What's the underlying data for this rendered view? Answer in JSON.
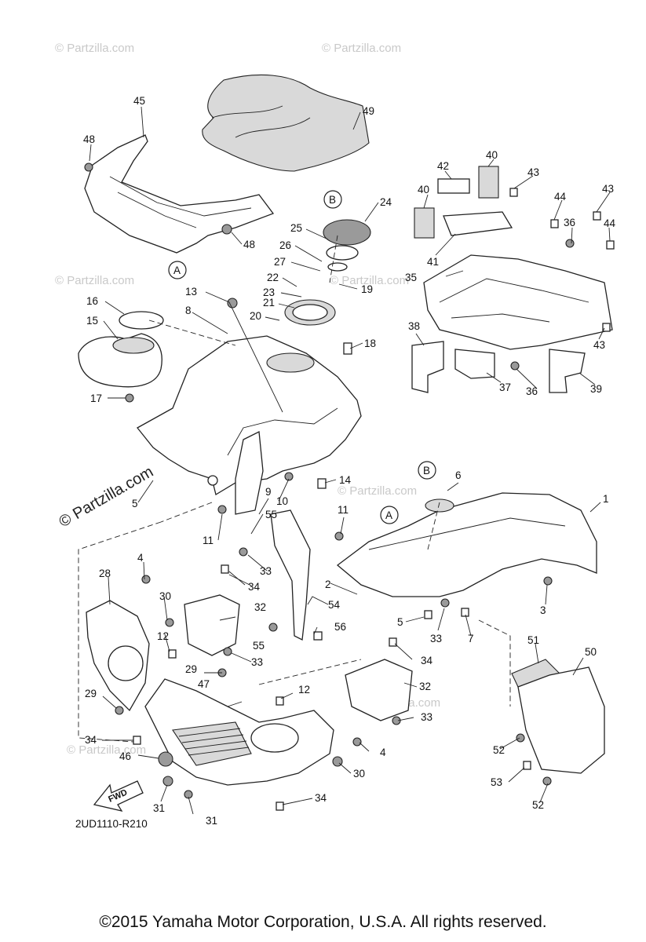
{
  "watermark": "© Partzilla.com",
  "diagram_code": "2UD1110-R210",
  "copyright": "©2015 Yamaha Motor Corporation, U.S.A. All rights reserved.",
  "fwd_label": "FWD",
  "ref_letters": [
    "A",
    "B"
  ],
  "callouts": [
    "1",
    "2",
    "3",
    "4",
    "5",
    "6",
    "7",
    "8",
    "9",
    "10",
    "11",
    "12",
    "13",
    "14",
    "15",
    "16",
    "17",
    "18",
    "19",
    "20",
    "21",
    "22",
    "23",
    "24",
    "25",
    "26",
    "27",
    "28",
    "29",
    "30",
    "31",
    "32",
    "33",
    "34",
    "35",
    "36",
    "37",
    "38",
    "39",
    "40",
    "41",
    "42",
    "43",
    "44",
    "45",
    "46",
    "47",
    "48",
    "49",
    "50",
    "51",
    "52",
    "53",
    "54",
    "55",
    "56"
  ]
}
